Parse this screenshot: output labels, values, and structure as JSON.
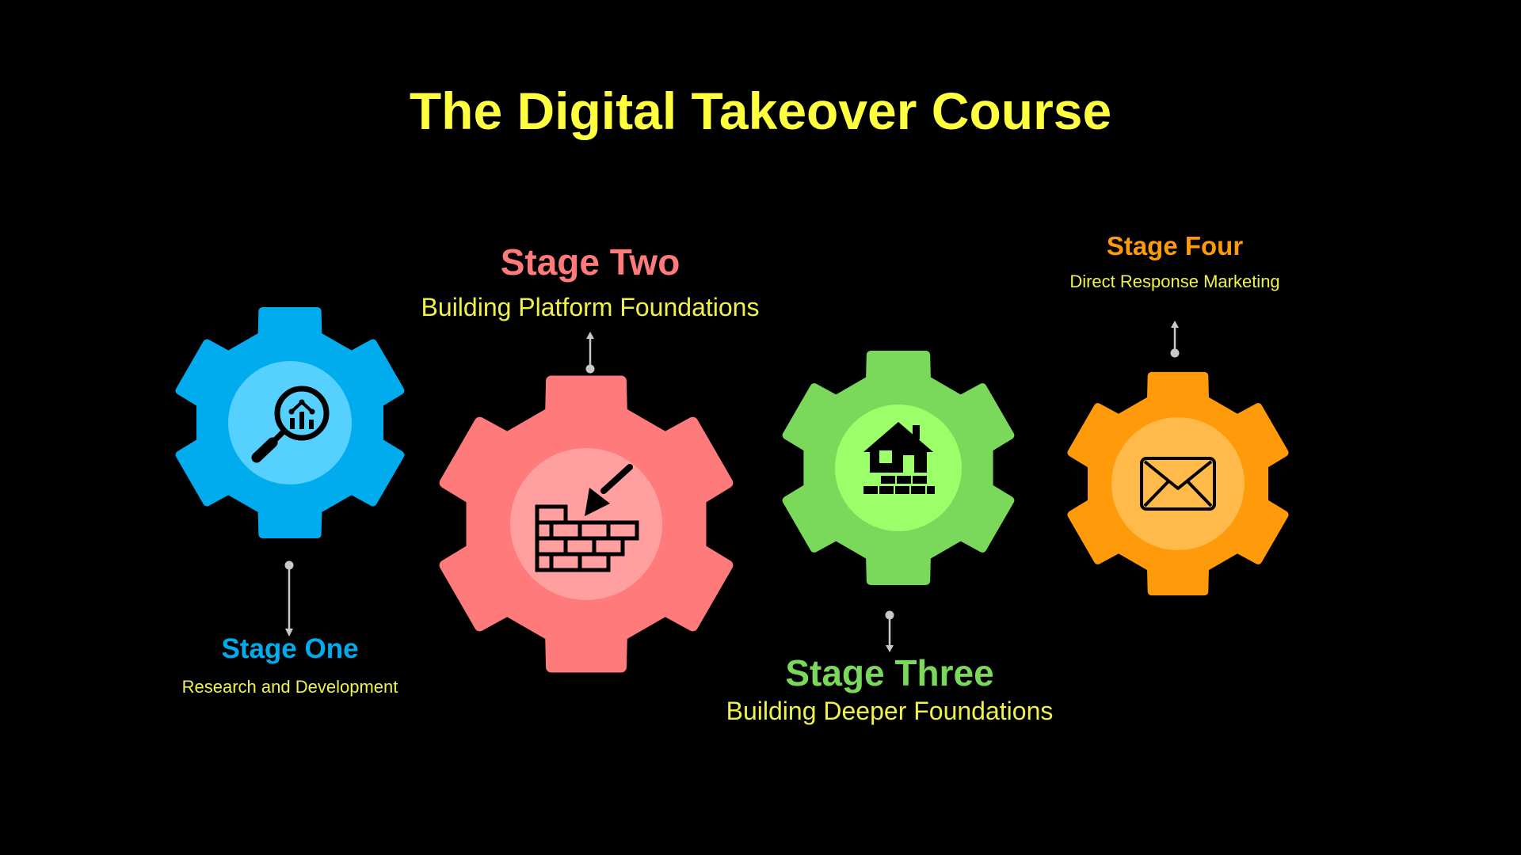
{
  "title": "The Digital Takeover Course",
  "colors": {
    "title": "#ffff3f",
    "stage_one": "#00acee",
    "stage_two": "#ff7a7a",
    "stage_three": "#7ad95a",
    "stage_four": "#ff9a0a",
    "description": "#f0f24a",
    "connector": "#c8c8c8"
  },
  "stages": [
    {
      "name": "Stage One",
      "description": "Research and Development",
      "icon": "magnifier-chart-icon"
    },
    {
      "name": "Stage Two",
      "description": "Building Platform Foundations",
      "icon": "brick-wall-trowel-icon"
    },
    {
      "name": "Stage Three",
      "description": "Building Deeper Foundations",
      "icon": "house-bricks-icon"
    },
    {
      "name": "Stage Four",
      "description": "Direct Response Marketing",
      "icon": "envelope-icon"
    }
  ]
}
